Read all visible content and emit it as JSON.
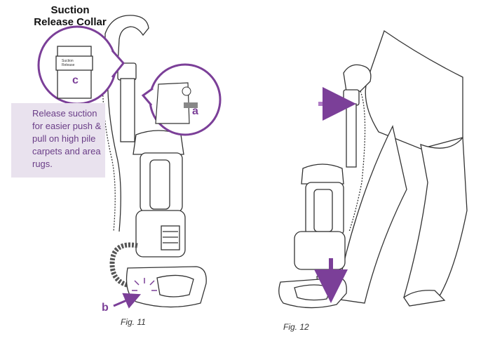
{
  "heading": "Suction\nRelease Collar",
  "tip": {
    "icon": "lightbulb-icon",
    "text": "Release suction for easier push & pull on high pile carpets and area rugs."
  },
  "callouts": {
    "a": "a",
    "b": "b",
    "c": "c"
  },
  "collar_label": "Suction Release",
  "figures": {
    "fig11": "Fig. 11",
    "fig12": "Fig. 12"
  },
  "colors": {
    "accent": "#7b3f98",
    "tip_bg": "#e9e2ee",
    "line": "#333333"
  }
}
